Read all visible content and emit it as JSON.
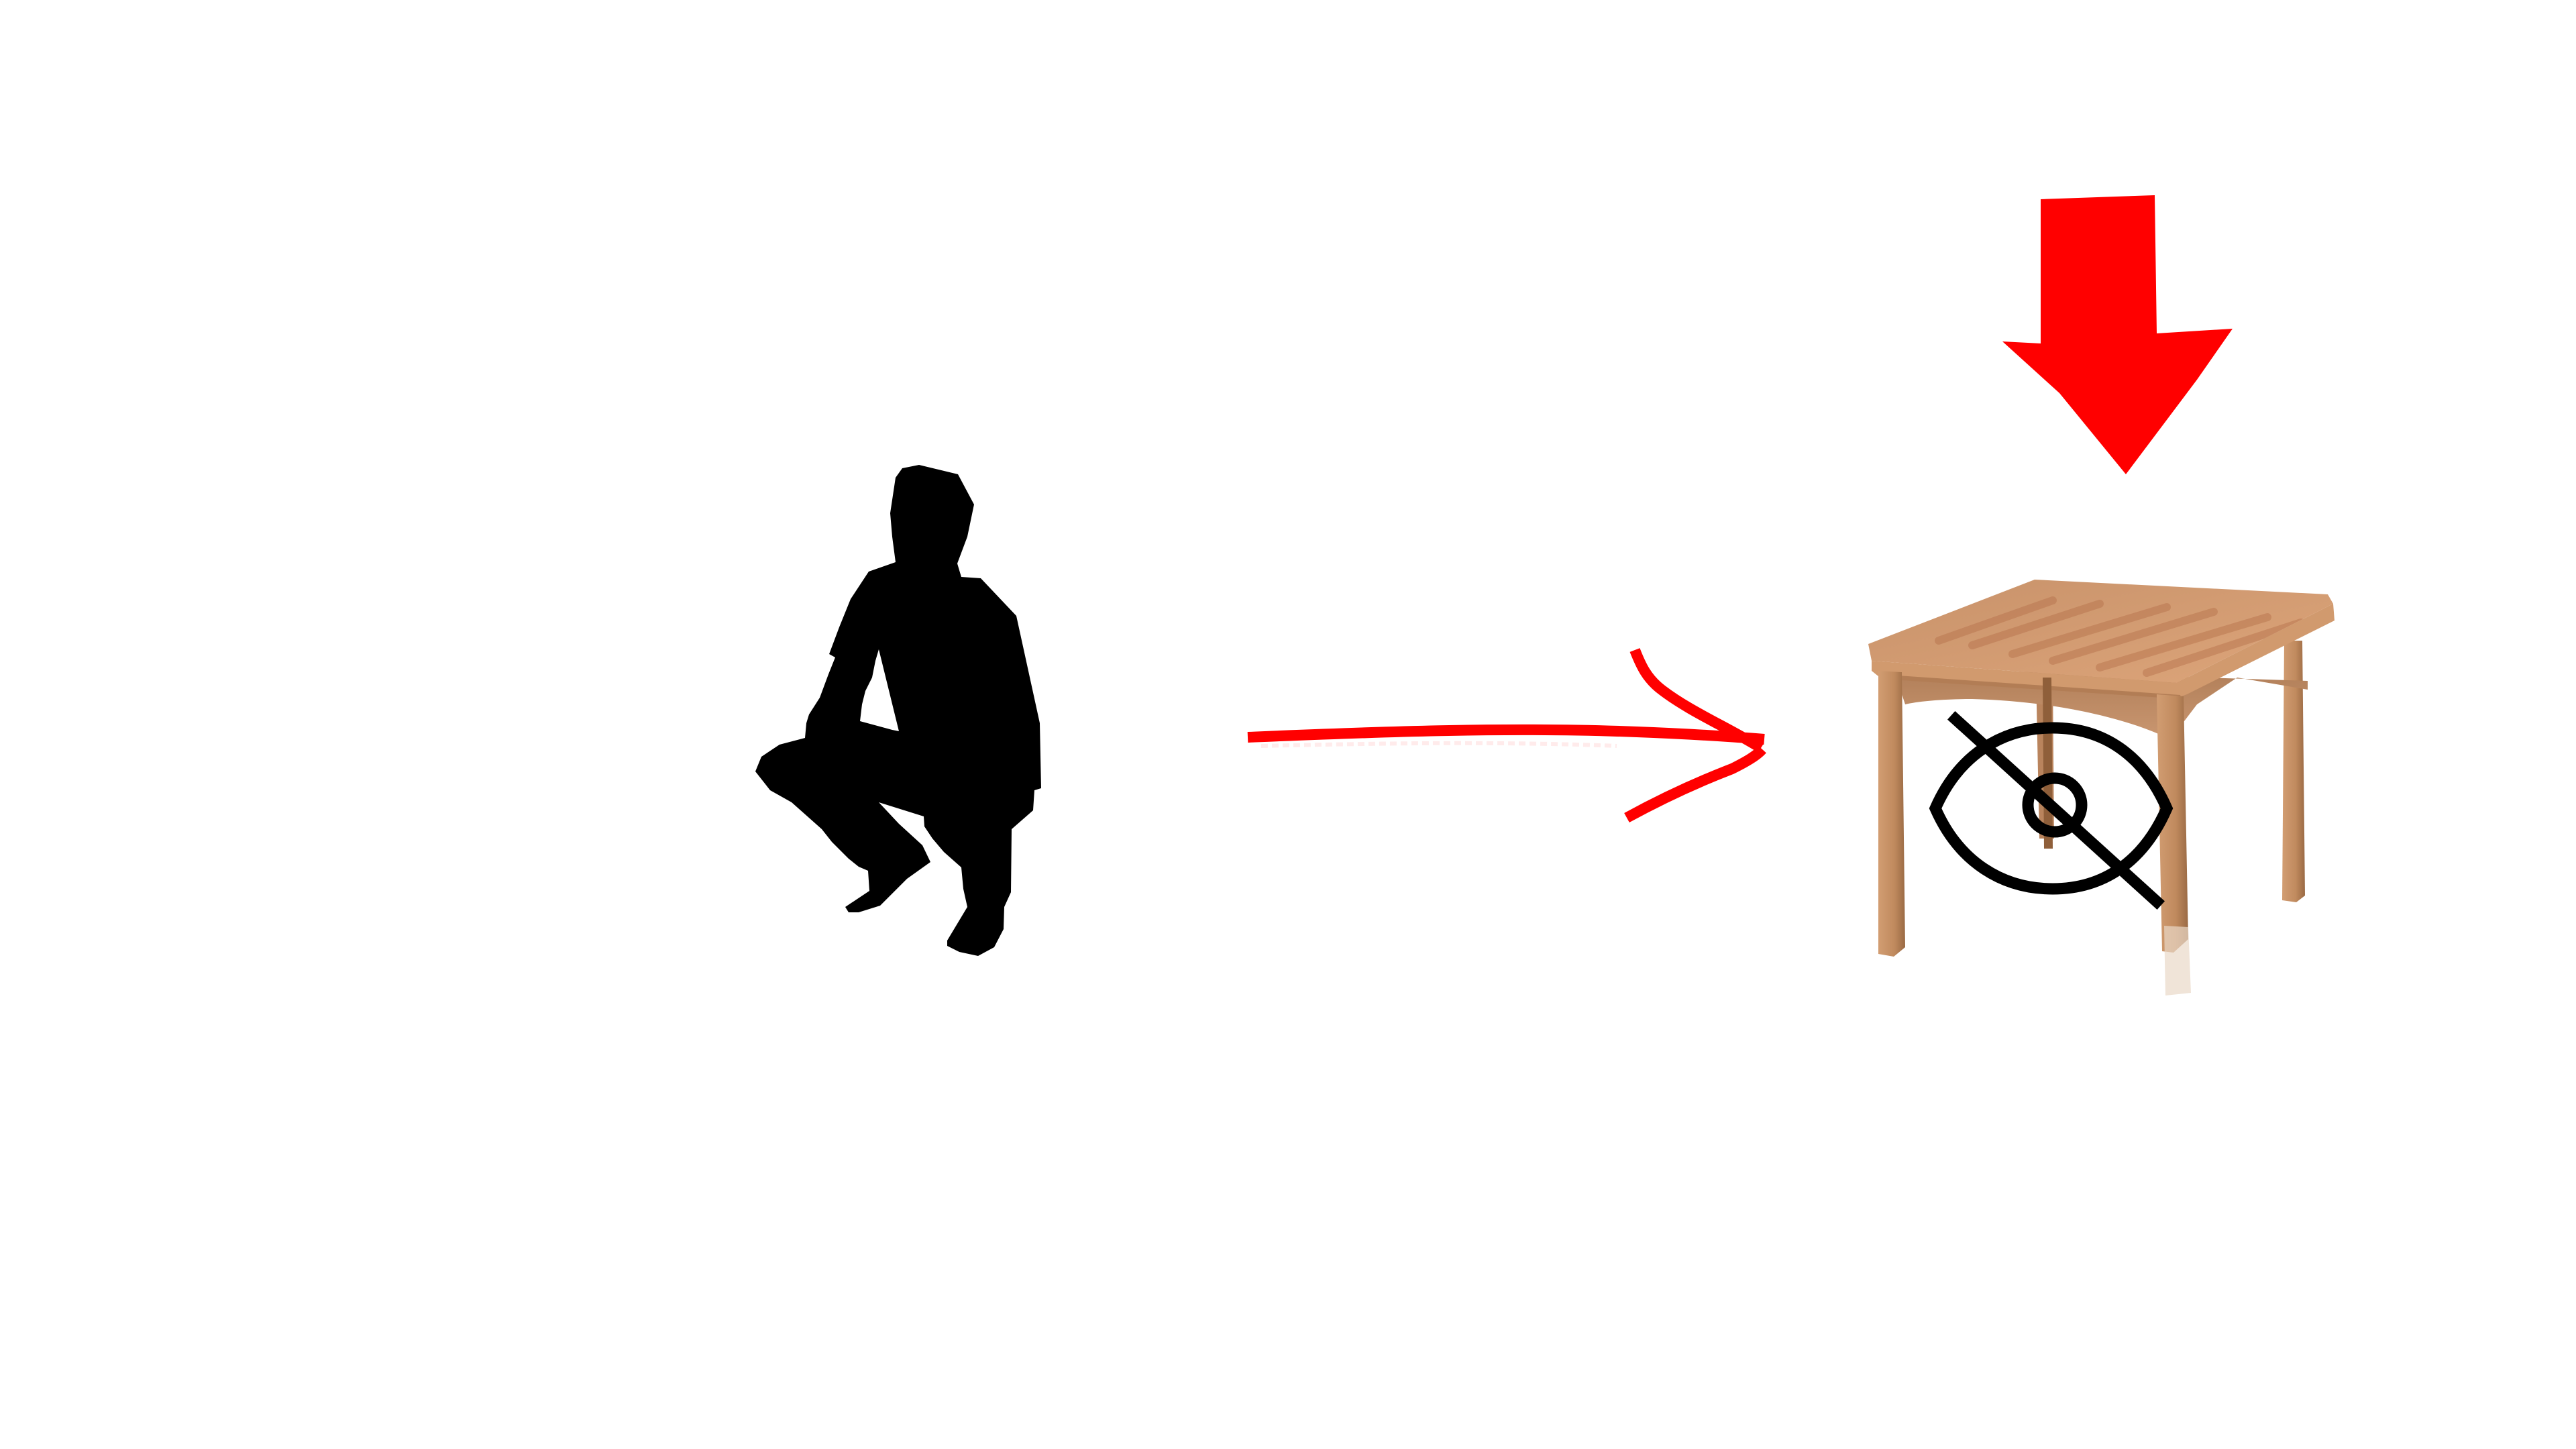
{
  "diagram": {
    "elements": [
      {
        "id": "person",
        "icon": "crouching-person-silhouette-icon",
        "color": "#000000"
      },
      {
        "id": "move-arrow",
        "icon": "right-arrow-icon",
        "color": "#ff0000"
      },
      {
        "id": "table",
        "icon": "wooden-table-icon",
        "color": "#c68f62"
      },
      {
        "id": "hidden",
        "icon": "eye-slash-icon",
        "color": "#000000"
      },
      {
        "id": "target-arrow",
        "icon": "down-arrow-icon",
        "color": "#ff0000"
      }
    ],
    "relations": [
      {
        "from": "person",
        "to": "table",
        "via": "move-arrow"
      },
      {
        "from": "target-arrow",
        "to": "table"
      },
      {
        "from": "hidden",
        "to": "table",
        "relation": "under"
      }
    ]
  }
}
